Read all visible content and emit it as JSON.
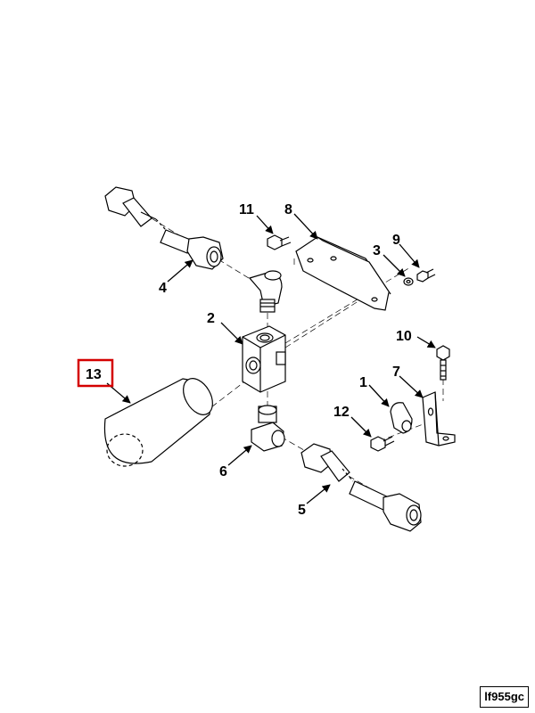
{
  "diagram": {
    "highlight_color": "#d40000",
    "line_color": "#000000",
    "callouts": {
      "c1": "1",
      "c2": "2",
      "c3": "3",
      "c4": "4",
      "c5": "5",
      "c6": "6",
      "c7": "7",
      "c8": "8",
      "c9": "9",
      "c10": "10",
      "c11": "11",
      "c12": "12",
      "c13": "13"
    },
    "highlighted_callout": "13",
    "reference_code": "lf955gc"
  }
}
